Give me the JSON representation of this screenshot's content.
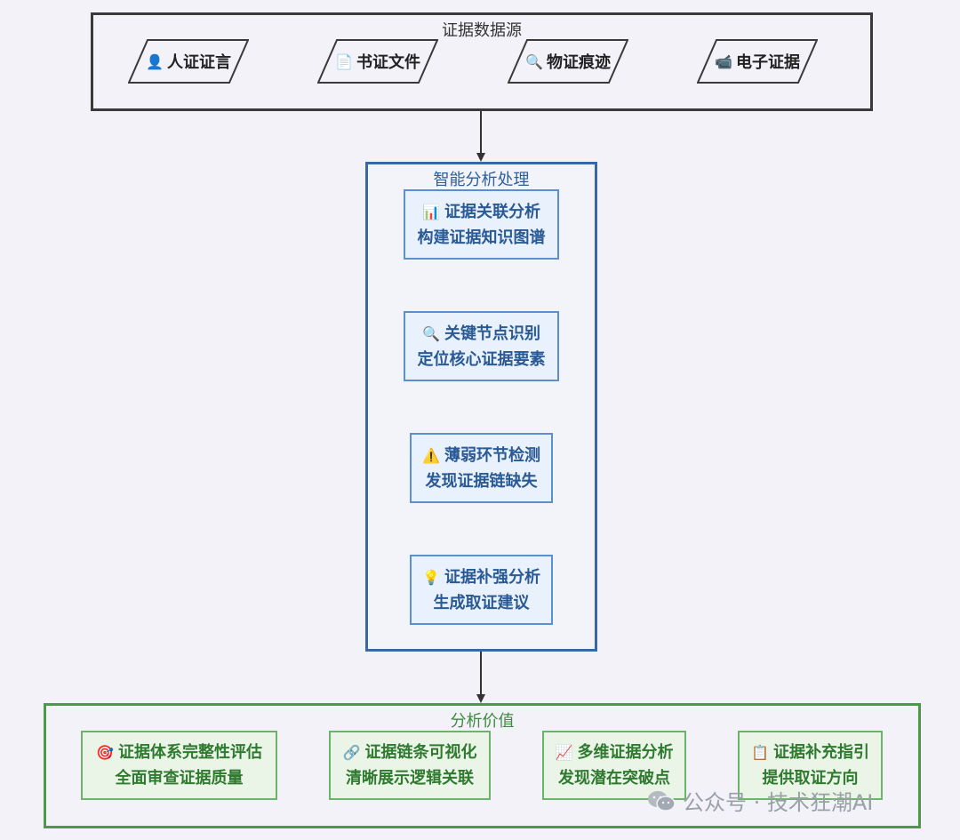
{
  "sources": {
    "title": "证据数据源",
    "items": [
      {
        "icon": "👤",
        "icon_name": "person-icon",
        "label": "人证证言"
      },
      {
        "icon": "📄",
        "icon_name": "document-icon",
        "label": "书证文件"
      },
      {
        "icon": "🔍",
        "icon_name": "magnifier-icon",
        "label": "物证痕迹"
      },
      {
        "icon": "📹",
        "icon_name": "video-camera-icon",
        "label": "电子证据"
      }
    ]
  },
  "processing": {
    "title": "智能分析处理",
    "steps": [
      {
        "icon": "📊",
        "icon_name": "bar-chart-icon",
        "line1": "证据关联分析",
        "line2": "构建证据知识图谱"
      },
      {
        "icon": "🔍",
        "icon_name": "magnifier-icon",
        "line1": "关键节点识别",
        "line2": "定位核心证据要素"
      },
      {
        "icon": "⚠️",
        "icon_name": "warning-icon",
        "line1": "薄弱环节检测",
        "line2": "发现证据链缺失"
      },
      {
        "icon": "💡",
        "icon_name": "lightbulb-icon",
        "line1": "证据补强分析",
        "line2": "生成取证建议"
      }
    ]
  },
  "value": {
    "title": "分析价值",
    "cards": [
      {
        "icon": "🎯",
        "icon_name": "target-icon",
        "line1": "证据体系完整性评估",
        "line2": "全面审查证据质量"
      },
      {
        "icon": "🔗",
        "icon_name": "link-icon",
        "line1": "证据链条可视化",
        "line2": "清晰展示逻辑关联"
      },
      {
        "icon": "📈",
        "icon_name": "trend-chart-icon",
        "line1": "多维证据分析",
        "line2": "发现潜在突破点"
      },
      {
        "icon": "📋",
        "icon_name": "clipboard-icon",
        "line1": "证据补充指引",
        "line2": "提供取证方向"
      }
    ]
  },
  "watermark": {
    "text": "公众号 · 技术狂潮AI"
  },
  "colors": {
    "background": "#f3f2f8",
    "source_border": "#3a3a3a",
    "process_border": "#3768a8",
    "process_text": "#2a5a95",
    "process_fill": "#e8f1fc",
    "value_border": "#4a9a4a",
    "value_text": "#2f7a2f",
    "value_fill": "#eaf5e8"
  }
}
